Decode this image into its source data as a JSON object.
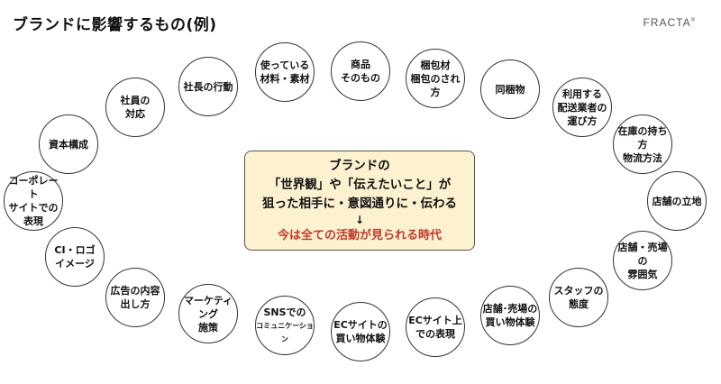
{
  "title": "ブランドに影響するもの(例)",
  "logo": {
    "text": "FRACTA",
    "mark": "®"
  },
  "center": {
    "line1": "ブランドの",
    "line2": "「世界観」や「伝えたいこと」が",
    "line3": "狙った相手に・意図通りに・伝わる",
    "arrow": "↓",
    "highlight": "今は全ての活動が見られる時代"
  },
  "items": [
    {
      "label": "社長の行動"
    },
    {
      "label": "使っている\n材料・素材"
    },
    {
      "label": "商品\nそのもの"
    },
    {
      "label": "梱包材\n梱包のされ方"
    },
    {
      "label": "同梱物"
    },
    {
      "label": "利用する\n配送業者の\n運び方"
    },
    {
      "label": "在庫の持ち方\n物流方法"
    },
    {
      "label": "店舗の立地"
    },
    {
      "label": "店舗・売場の\n雰囲気"
    },
    {
      "label": "スタッフの\n態度"
    },
    {
      "label": "店舗･売場の\n買い物体験"
    },
    {
      "label": "ECサイト上\nでの表現"
    },
    {
      "label": "ECサイトの\n買い物体験"
    },
    {
      "label": "SNSでの",
      "sub": "コミュニケーション"
    },
    {
      "label": "マーケティング\n施策"
    },
    {
      "label": "広告の内容\n出し方"
    },
    {
      "label": "CI・ロゴ\nイメージ"
    },
    {
      "label": "コーポレート\nサイトでの\n表現"
    },
    {
      "label": "資本構成"
    },
    {
      "label": "社員の\n対応"
    }
  ]
}
